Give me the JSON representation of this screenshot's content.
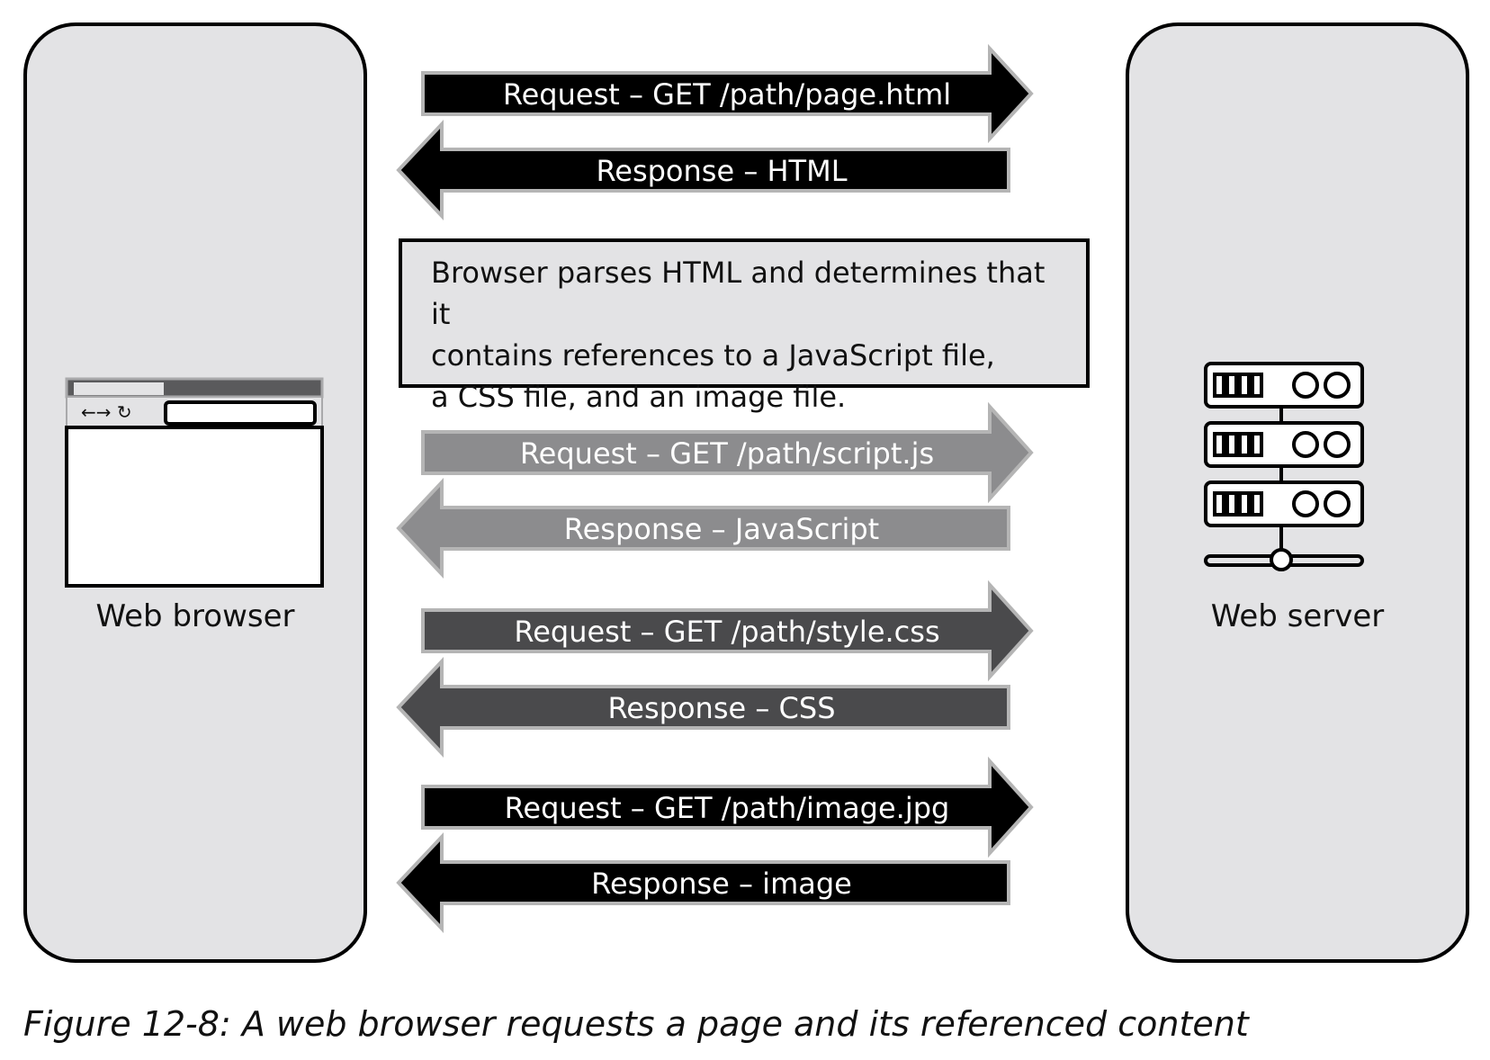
{
  "nodes": {
    "browser": {
      "label": "Web browser"
    },
    "server": {
      "label": "Web server"
    }
  },
  "messages": [
    {
      "text": "Request – GET /path/page.html",
      "direction": "to-server",
      "color": "#000000"
    },
    {
      "text": "Response – HTML",
      "direction": "to-browser",
      "color": "#000000"
    },
    {
      "text": "Request – GET /path/script.js",
      "direction": "to-server",
      "color": "#8c8c8e"
    },
    {
      "text": "Response – JavaScript",
      "direction": "to-browser",
      "color": "#8c8c8e"
    },
    {
      "text": "Request – GET /path/style.css",
      "direction": "to-server",
      "color": "#4a4a4c"
    },
    {
      "text": "Response – CSS",
      "direction": "to-browser",
      "color": "#4a4a4c"
    },
    {
      "text": "Request – GET /path/image.jpg",
      "direction": "to-server",
      "color": "#000000"
    },
    {
      "text": "Response – image",
      "direction": "to-browser",
      "color": "#000000"
    }
  ],
  "note": {
    "lines": [
      "Browser parses HTML and determines that it",
      "contains references to a JavaScript file,",
      "a CSS file, and an image file."
    ]
  },
  "caption": "Figure 12-8: A web browser requests a page and its referenced content",
  "icons": {
    "browser": "browser-window-icon",
    "server": "server-rack-icon"
  },
  "colors": {
    "panel": "#e3e3e5",
    "outline": "#000000",
    "arrow_border": "#b5b5b5"
  }
}
